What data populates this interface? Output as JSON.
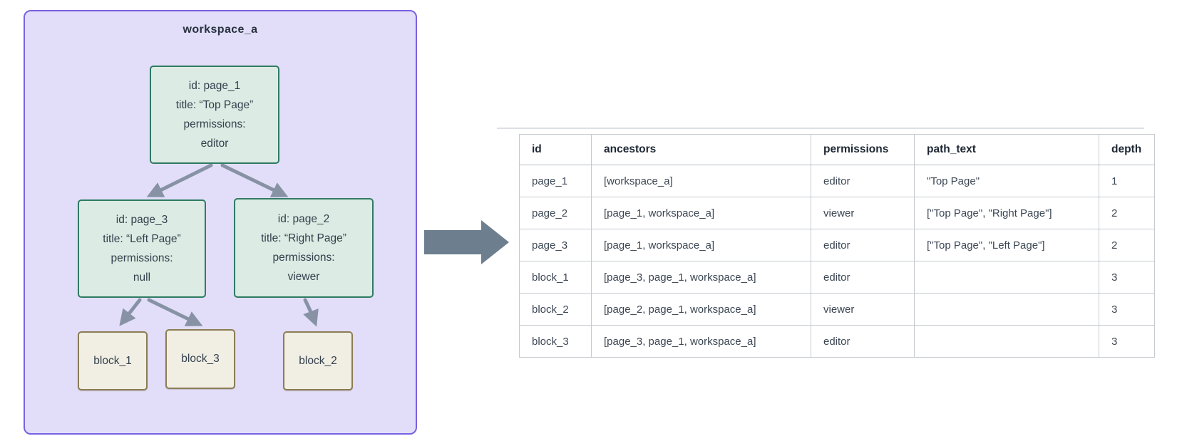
{
  "diagram": {
    "workspace_label": "workspace_a",
    "nodes": {
      "page_1": {
        "lines": [
          "id: page_1",
          "title: “Top Page”",
          "permissions:",
          "editor"
        ]
      },
      "page_3": {
        "lines": [
          "id: page_3",
          "title: “Left Page”",
          "permissions:",
          "null"
        ]
      },
      "page_2": {
        "lines": [
          "id: page_2",
          "title: “Right Page”",
          "permissions:",
          "viewer"
        ]
      },
      "block_1": {
        "label": "block_1"
      },
      "block_3": {
        "label": "block_3"
      },
      "block_2": {
        "label": "block_2"
      }
    }
  },
  "table": {
    "columns": [
      "id",
      "ancestors",
      "permissions",
      "path_text",
      "depth"
    ],
    "rows": [
      {
        "id": "page_1",
        "ancestors": "[workspace_a]",
        "permissions": "editor",
        "path_text": "\"Top Page\"",
        "depth": "1"
      },
      {
        "id": "page_2",
        "ancestors": "[page_1, workspace_a]",
        "permissions": "viewer",
        "path_text": "[\"Top Page\", \"Right Page\"]",
        "depth": "2"
      },
      {
        "id": "page_3",
        "ancestors": "[page_1, workspace_a]",
        "permissions": "editor",
        "path_text": "[\"Top Page\", \"Left Page\"]",
        "depth": "2"
      },
      {
        "id": "block_1",
        "ancestors": "[page_3, page_1, workspace_a]",
        "permissions": "editor",
        "path_text": "",
        "depth": "3"
      },
      {
        "id": "block_2",
        "ancestors": "[page_2, page_1, workspace_a]",
        "permissions": "viewer",
        "path_text": "",
        "depth": "3"
      },
      {
        "id": "block_3",
        "ancestors": "[page_3, page_1, workspace_a]",
        "permissions": "editor",
        "path_text": "",
        "depth": "3"
      }
    ]
  },
  "colors": {
    "panel_fill": "#e2def9",
    "panel_border": "#7a61e0",
    "page_node_fill": "#dcebe3",
    "page_node_border": "#2e7b62",
    "block_node_fill": "#f1eee3",
    "block_node_border": "#8b7c55",
    "tree_edge": "#8793a5",
    "flow_arrow": "#6d7e8e",
    "table_border": "#c5cad0"
  }
}
